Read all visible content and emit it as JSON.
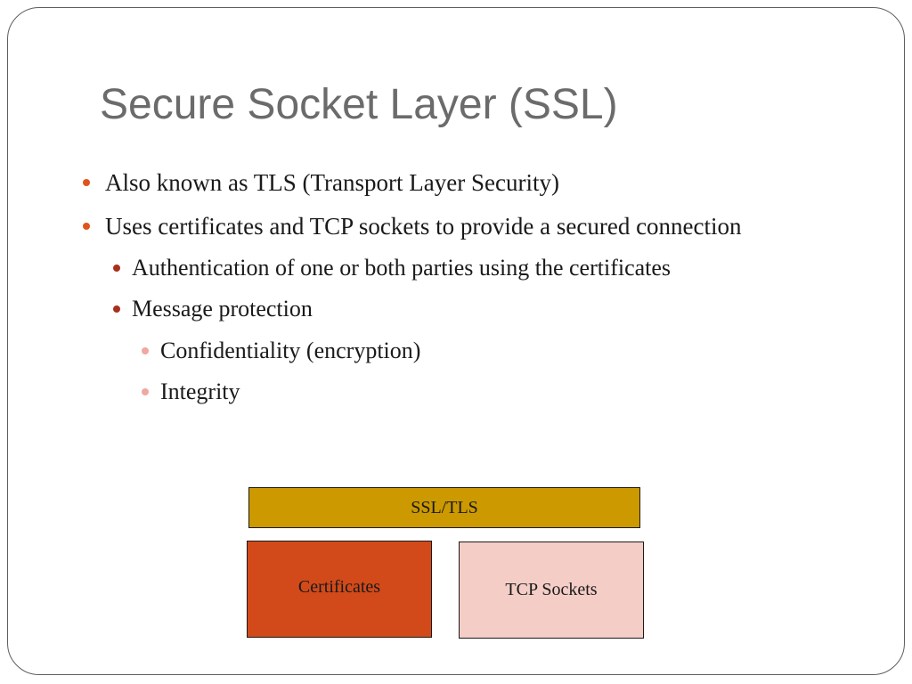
{
  "slide": {
    "title": "Secure Socket Layer (SSL)",
    "bullets": [
      {
        "level": 1,
        "text": "Also known as TLS (Transport Layer Security)"
      },
      {
        "level": 1,
        "text": "Uses certificates and TCP sockets to provide a secured connection"
      },
      {
        "level": 2,
        "text": "Authentication of one or both parties using the certificates"
      },
      {
        "level": 2,
        "text": "Message protection"
      },
      {
        "level": 3,
        "text": "Confidentiality (encryption)"
      },
      {
        "level": 3,
        "text": "Integrity"
      }
    ]
  },
  "diagram": {
    "top_layer": {
      "label": "SSL/TLS",
      "color": "#cc9900"
    },
    "left_block": {
      "label": "Certificates",
      "color": "#d24a1a"
    },
    "right_block": {
      "label": "TCP Sockets",
      "color": "#f4cdc6"
    }
  },
  "colors": {
    "title_text": "#6b6b6b",
    "bullet_level1": "#e0541c",
    "bullet_level2": "#a8301c",
    "bullet_level3": "#f0a8a0"
  }
}
